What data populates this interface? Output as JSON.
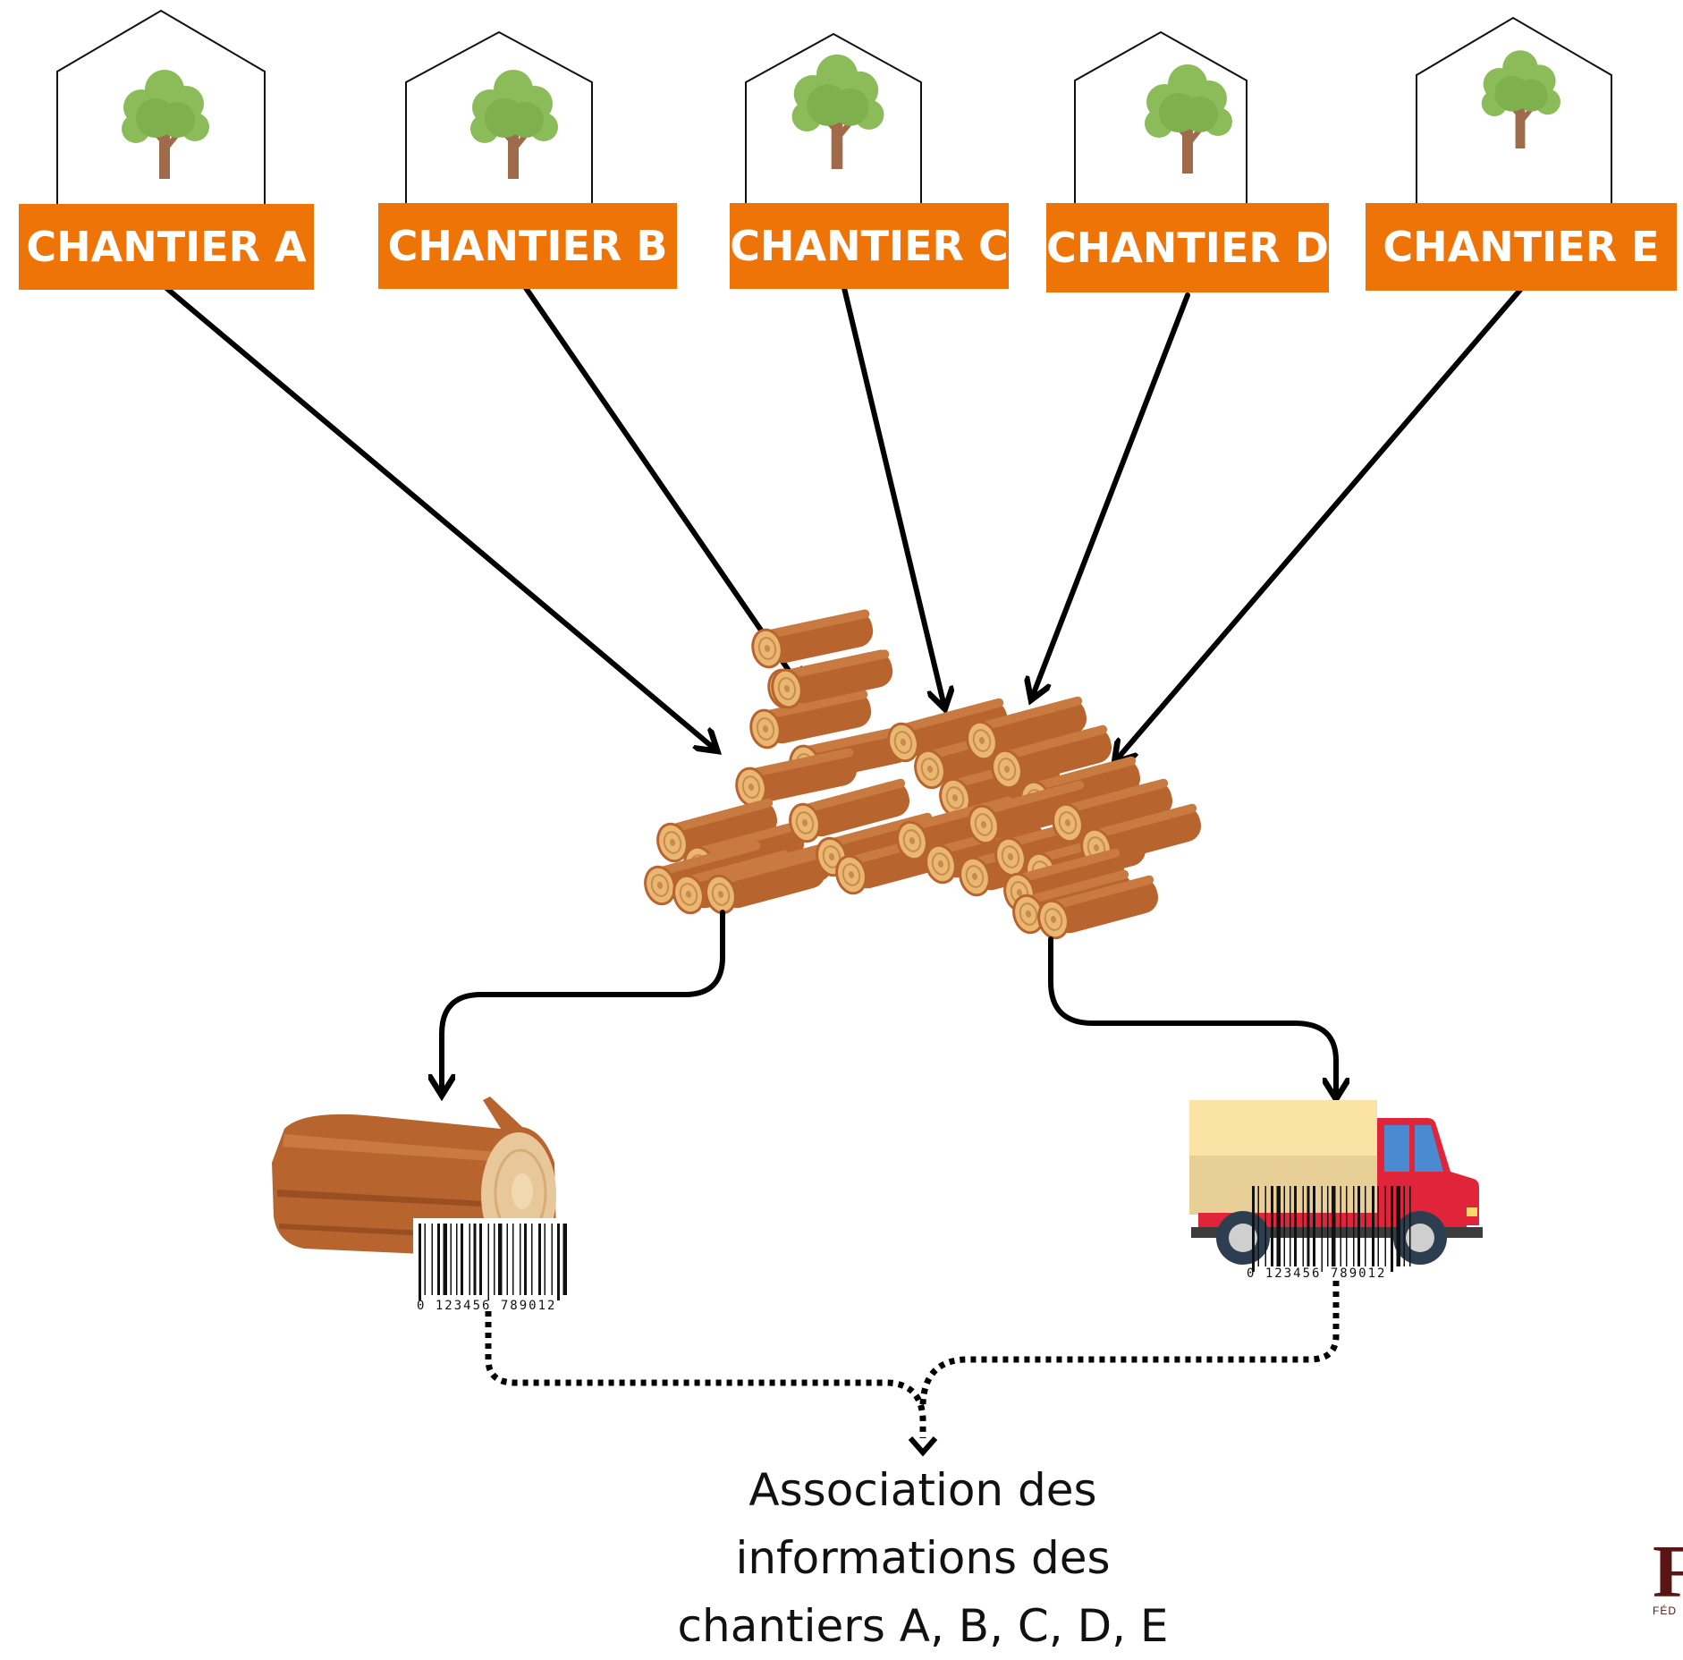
{
  "sites": [
    {
      "label": "CHANTIER A"
    },
    {
      "label": "CHANTIER B"
    },
    {
      "label": "CHANTIER C"
    },
    {
      "label": "CHANTIER D"
    },
    {
      "label": "CHANTIER E"
    }
  ],
  "log_barcode": {
    "digits": "0  123456  789012"
  },
  "truck_barcode": {
    "digits": "0  123456  789012"
  },
  "caption": {
    "line1": "Association des",
    "line2": "informations des",
    "line3": "chantiers A, B, C, D, E"
  },
  "logo": {
    "letter": "F",
    "sub": "FÉD"
  },
  "colors": {
    "label_bg": "#ef7408",
    "wood": "#b8642f",
    "wood_end": "#e9b772",
    "foliage": "#8cbc5a",
    "truck_cab": "#e0253b",
    "truck_cargo": "#fbe3a6"
  }
}
